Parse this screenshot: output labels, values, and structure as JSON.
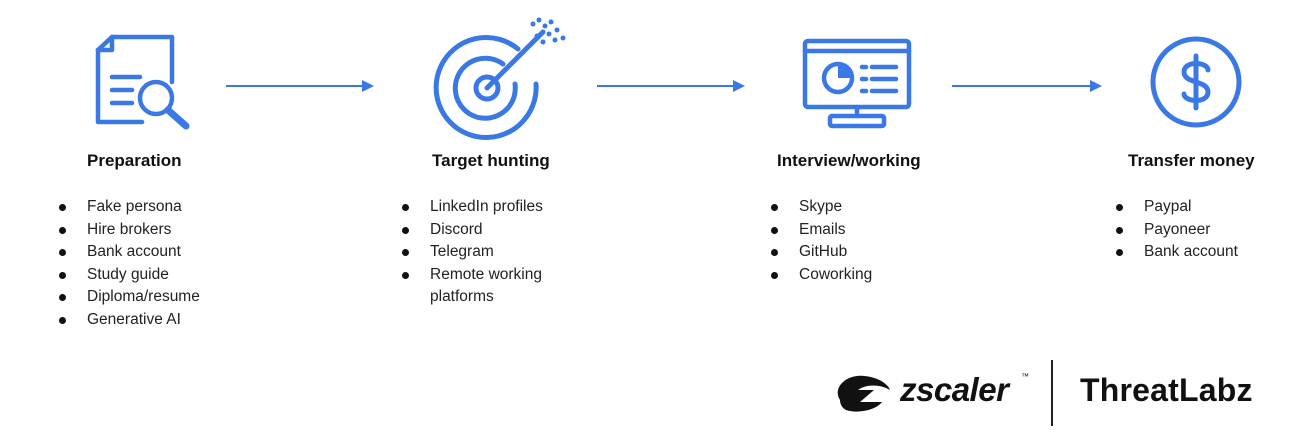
{
  "stages": [
    {
      "title": "Preparation",
      "icon": "document-search-icon",
      "items": [
        "Fake persona",
        "Hire brokers",
        "Bank account",
        "Study guide",
        "Diploma/resume",
        "Generative AI"
      ]
    },
    {
      "title": "Target hunting",
      "icon": "target-icon",
      "items": [
        "LinkedIn profiles",
        "Discord",
        "Telegram",
        "Remote working platforms"
      ]
    },
    {
      "title": "Interview/working",
      "icon": "monitor-chart-icon",
      "items": [
        "Skype",
        "Emails",
        "GitHub",
        "Coworking"
      ]
    },
    {
      "title": "Transfer money",
      "icon": "dollar-coin-icon",
      "items": [
        "Paypal",
        "Payoneer",
        "Bank account"
      ]
    }
  ],
  "logos": {
    "zscaler": "zscaler",
    "zscaler_tm": "™",
    "threatlabz": "ThreatLabz"
  },
  "colors": {
    "accent": "#3a78e6",
    "text": "#111111"
  }
}
